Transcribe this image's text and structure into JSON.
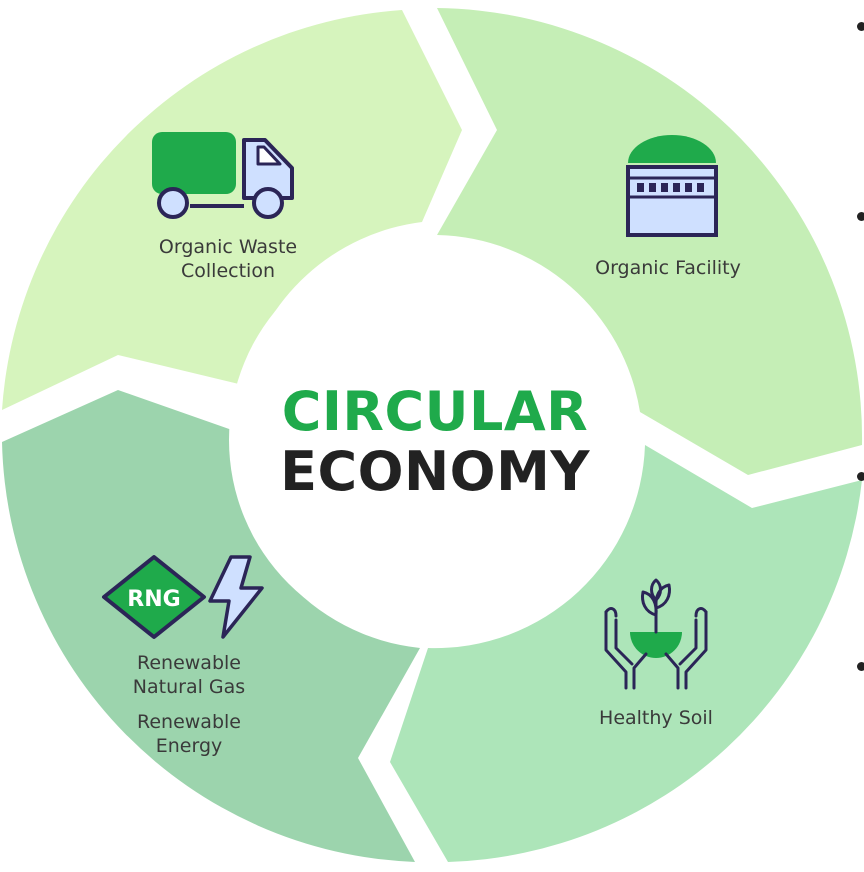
{
  "center": {
    "line1": "CIRCULAR",
    "line2": "ECONOMY"
  },
  "segments": [
    {
      "id": "collection",
      "lines": [
        "Organic Waste",
        "Collection"
      ],
      "icon": "truck-icon",
      "color": "#d6f4bd"
    },
    {
      "id": "facility",
      "lines": [
        "Organic Facility"
      ],
      "icon": "facility-icon",
      "color": "#c5eeb6"
    },
    {
      "id": "soil",
      "lines": [
        "Healthy Soil"
      ],
      "icon": "hands-plant-icon",
      "color": "#ade5b9"
    },
    {
      "id": "energy",
      "lines": [
        "Renewable",
        "Natural Gas",
        "Renewable",
        "Energy"
      ],
      "icon": "rng-energy-icon",
      "color": "#9cd4ad"
    }
  ],
  "rng_badge": "RNG",
  "colors": {
    "green": "#1faa4b",
    "navy": "#2b2557",
    "light_blue": "#cfe0ff",
    "dark_text": "#222222"
  }
}
